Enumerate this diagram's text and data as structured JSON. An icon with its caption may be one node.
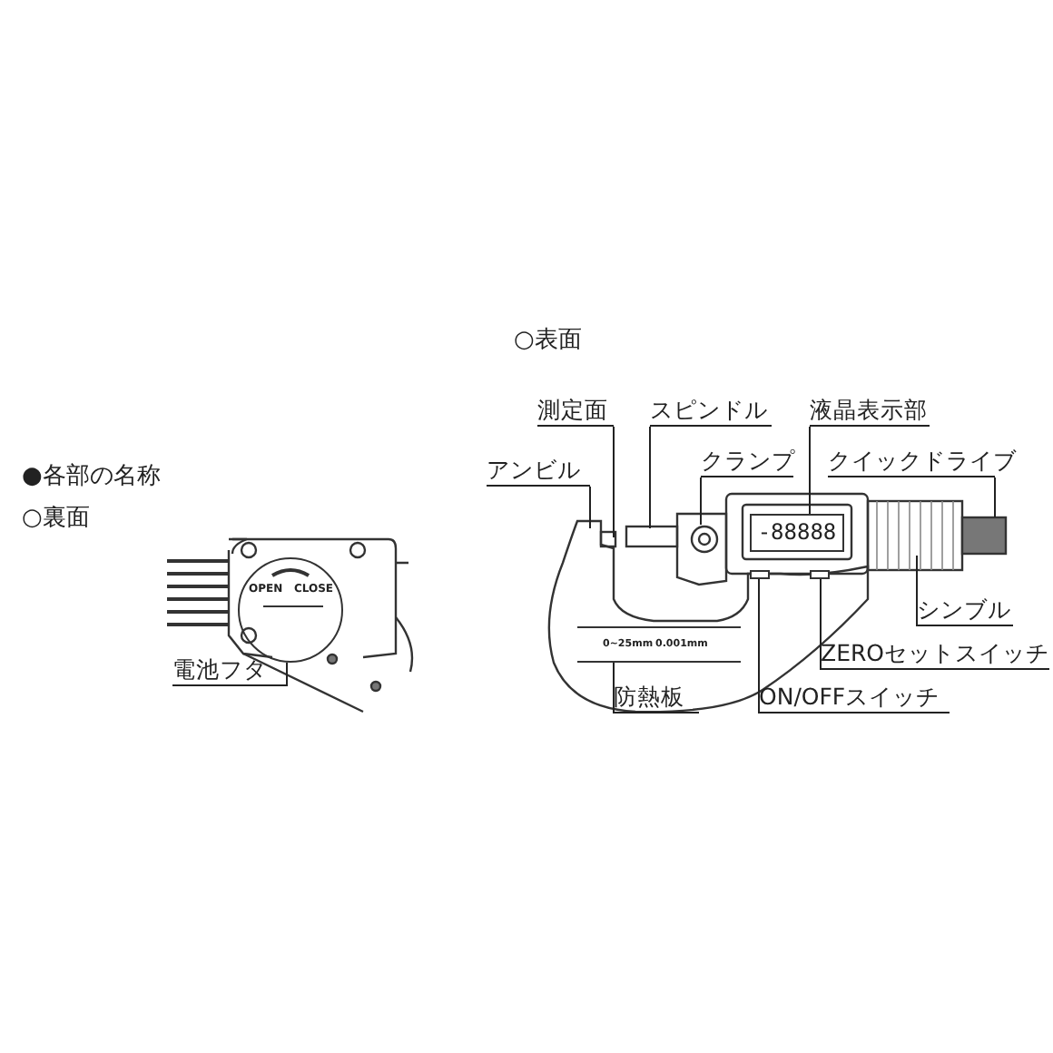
{
  "diagram": {
    "nodes": [
      {
        "text": [
          "アンビル"
        ]
      },
      {
        "text": [
          "測定面"
        ]
      },
      {
        "text": [
          "スピンドル"
        ]
      },
      {
        "text": [
          "クランプ"
        ]
      },
      {
        "text": [
          "液晶表示部"
        ]
      },
      {
        "text": [
          "クイックドライブ"
        ]
      },
      {
        "text": [
          "シンブル"
        ]
      },
      {
        "text": [
          "ZEROセットスイッチ"
        ]
      },
      {
        "text": [
          "ON/OFFスイッチ"
        ]
      },
      {
        "text": [
          "防熱板"
        ]
      },
      {
        "text": [
          "電池フタ"
        ]
      },
      {
        "text": [
          "-88888"
        ]
      },
      {
        "text": [],
        "shape": "box"
      },
      {
        "text": [],
        "shape": "box"
      },
      {
        "text": [
          "0~25mm",
          "0.001mm"
        ]
      },
      {
        "text": [
          "OPEN",
          "CLOSE"
        ]
      }
    ],
    "edges": [
      {
        "from": 0,
        "to": null,
        "arrow": "none"
      },
      {
        "from": 1,
        "to": null,
        "arrow": "none"
      },
      {
        "from": 2,
        "to": null,
        "arrow": "none"
      },
      {
        "from": 3,
        "to": null,
        "arrow": "none"
      },
      {
        "from": 4,
        "to": 11,
        "arrow": "none"
      },
      {
        "from": 5,
        "to": null,
        "arrow": "none"
      },
      {
        "from": 6,
        "to": null,
        "arrow": "none"
      },
      {
        "from": 7,
        "to": 13,
        "arrow": "none"
      },
      {
        "from": 8,
        "to": 12,
        "arrow": "none"
      },
      {
        "from": 9,
        "to": 14,
        "arrow": "none"
      },
      {
        "from": 10,
        "to": 15,
        "arrow": "none"
      }
    ],
    "labels": [
      "●各部の名称",
      "○裏面",
      "○表面"
    ]
  }
}
